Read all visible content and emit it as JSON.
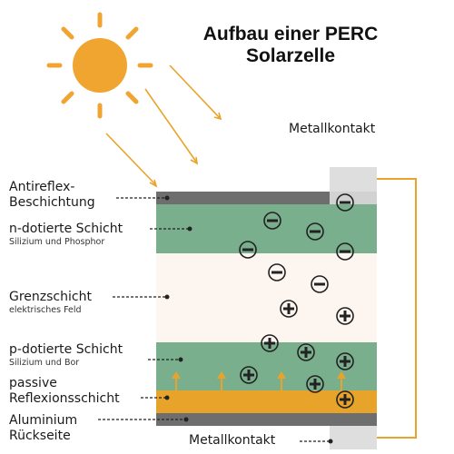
{
  "title": {
    "line1": "Aufbau einer PERC",
    "line2": "Solarzelle"
  },
  "contacts": {
    "top": "Metallkontakt",
    "bottom": "Metallkontakt"
  },
  "layers": [
    {
      "name": "Antireflex-Beschichtung",
      "lines": [
        "Antireflex-",
        "Beschichtung"
      ],
      "sub": "",
      "color": "#6e6e6e"
    },
    {
      "name": "n-dotierte Schicht",
      "lines": [
        "n-dotierte Schicht"
      ],
      "sub": "Silizium und Phosphor",
      "color": "#7aaf8e"
    },
    {
      "name": "Grenzschicht",
      "lines": [
        "Grenzschicht"
      ],
      "sub": "elektrisches Feld",
      "color": "#fdf6f0"
    },
    {
      "name": "p-dotierte Schicht",
      "lines": [
        "p-dotierte Schicht"
      ],
      "sub": "Silizium und Bor",
      "color": "#7aaf8e"
    },
    {
      "name": "passive Reflexionsschicht",
      "lines": [
        "passive",
        "Reflexionsschicht"
      ],
      "sub": "",
      "color": "#e8a42a"
    },
    {
      "name": "Aluminium Rückseite",
      "lines": [
        "Aluminium",
        "Rückseite"
      ],
      "sub": "",
      "color": "#6e6e6e"
    }
  ],
  "charges": {
    "negative_symbol": "−",
    "positive_symbol": "+"
  },
  "colors": {
    "sun": "#f0a530",
    "wire": "#e8a42a",
    "contact": "#dedede",
    "leader": "#222222"
  }
}
